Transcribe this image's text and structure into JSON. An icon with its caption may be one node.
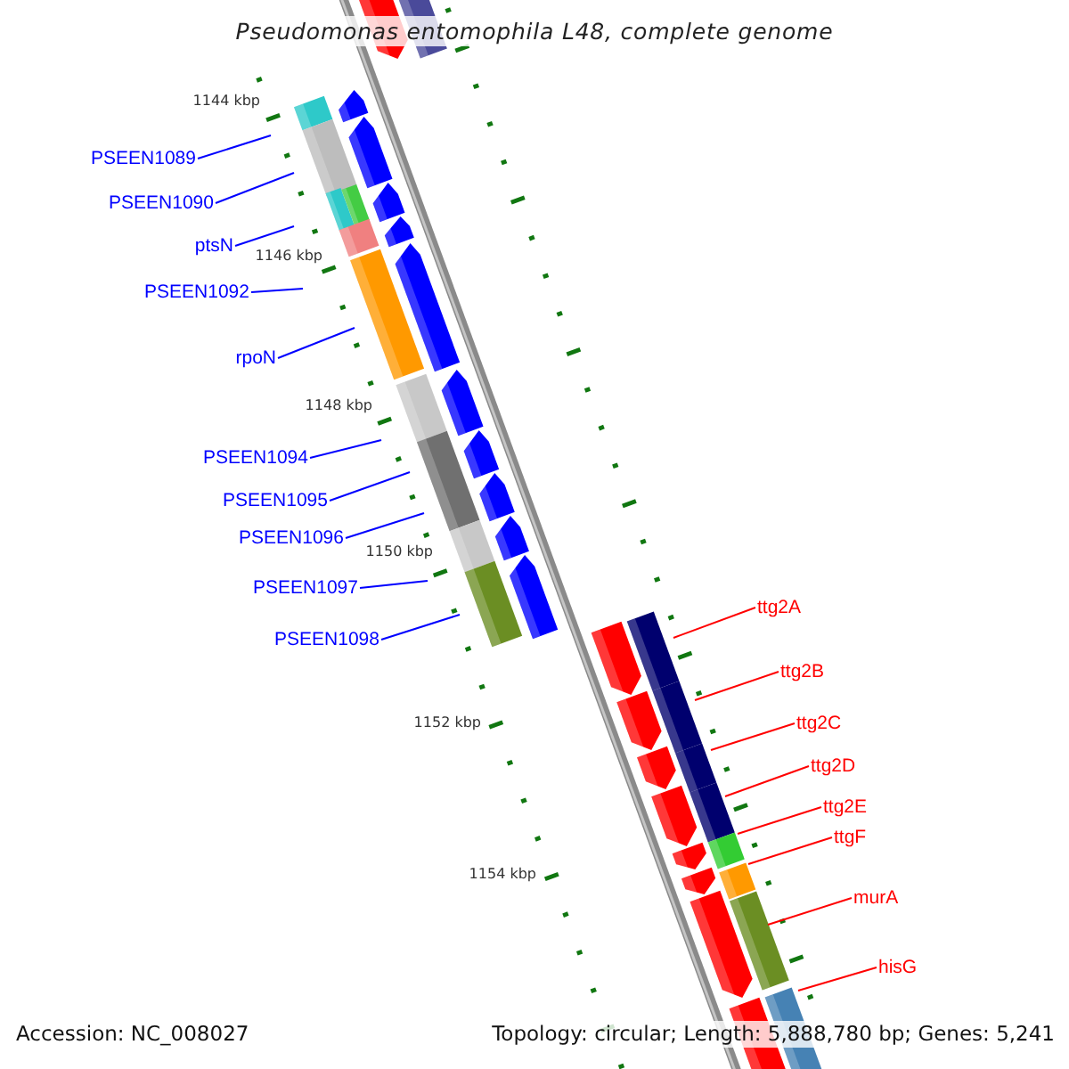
{
  "diagram": {
    "title": "Pseudomonas entomophila L48, complete genome",
    "nodes": [
      {
        "text": [
          "PSEEN1089"
        ]
      },
      {
        "text": [
          "PSEEN1090"
        ]
      },
      {
        "text": [
          "ptsN"
        ]
      },
      {
        "text": [
          "PSEEN1092"
        ]
      },
      {
        "text": [
          "rpoN"
        ]
      },
      {
        "text": [
          "PSEEN1094"
        ]
      },
      {
        "text": [
          "PSEEN1095"
        ]
      },
      {
        "text": [
          "PSEEN1096"
        ]
      },
      {
        "text": [
          "PSEEN1097"
        ]
      },
      {
        "text": [
          "PSEEN1098"
        ]
      },
      {
        "text": [
          "ttg2A"
        ]
      },
      {
        "text": [
          "ttg2B"
        ]
      },
      {
        "text": [
          "ttg2C"
        ]
      },
      {
        "text": [
          "ttg2D"
        ]
      },
      {
        "text": [
          "ttg2E"
        ]
      },
      {
        "text": [
          "ttgF"
        ]
      },
      {
        "text": [
          "murA"
        ]
      },
      {
        "text": [
          "hisG"
        ]
      }
    ],
    "edges": [
      {
        "from": 0,
        "to": null,
        "arrow": "none"
      },
      {
        "from": 1,
        "to": null,
        "arrow": "none"
      },
      {
        "from": 2,
        "to": null,
        "arrow": "none"
      },
      {
        "from": 3,
        "to": null,
        "arrow": "none"
      },
      {
        "from": 4,
        "to": null,
        "arrow": "none"
      },
      {
        "from": 5,
        "to": null,
        "arrow": "none"
      },
      {
        "from": 6,
        "to": null,
        "arrow": "none"
      },
      {
        "from": 7,
        "to": null,
        "arrow": "none"
      },
      {
        "from": 8,
        "to": null,
        "arrow": "none"
      },
      {
        "from": 9,
        "to": null,
        "arrow": "none"
      },
      {
        "from": 10,
        "to": null,
        "arrow": "none",
        "color": "#ff0000"
      },
      {
        "from": 11,
        "to": null,
        "arrow": "none",
        "color": "#ff0000"
      },
      {
        "from": 12,
        "to": null,
        "arrow": "none",
        "color": "#ff0000"
      },
      {
        "from": 13,
        "to": null,
        "arrow": "none",
        "color": "#ff0000"
      },
      {
        "from": 14,
        "to": null,
        "arrow": "none",
        "color": "#ff0000"
      },
      {
        "from": 15,
        "to": null,
        "arrow": "none",
        "color": "#ff0000"
      },
      {
        "from": 16,
        "to": null,
        "arrow": "none",
        "color": "#ff0000"
      },
      {
        "from": 17,
        "to": null,
        "arrow": "none",
        "color": "#ff0000"
      }
    ],
    "labels": [
      "1144 kbp",
      "1146 kbp",
      "1148 kbp",
      "1150 kbp",
      "1152 kbp",
      "1154 kbp",
      "Accession: NC_008027",
      "Topology: circular; Length: 5,888,780 bp; Genes: 5,241"
    ]
  }
}
